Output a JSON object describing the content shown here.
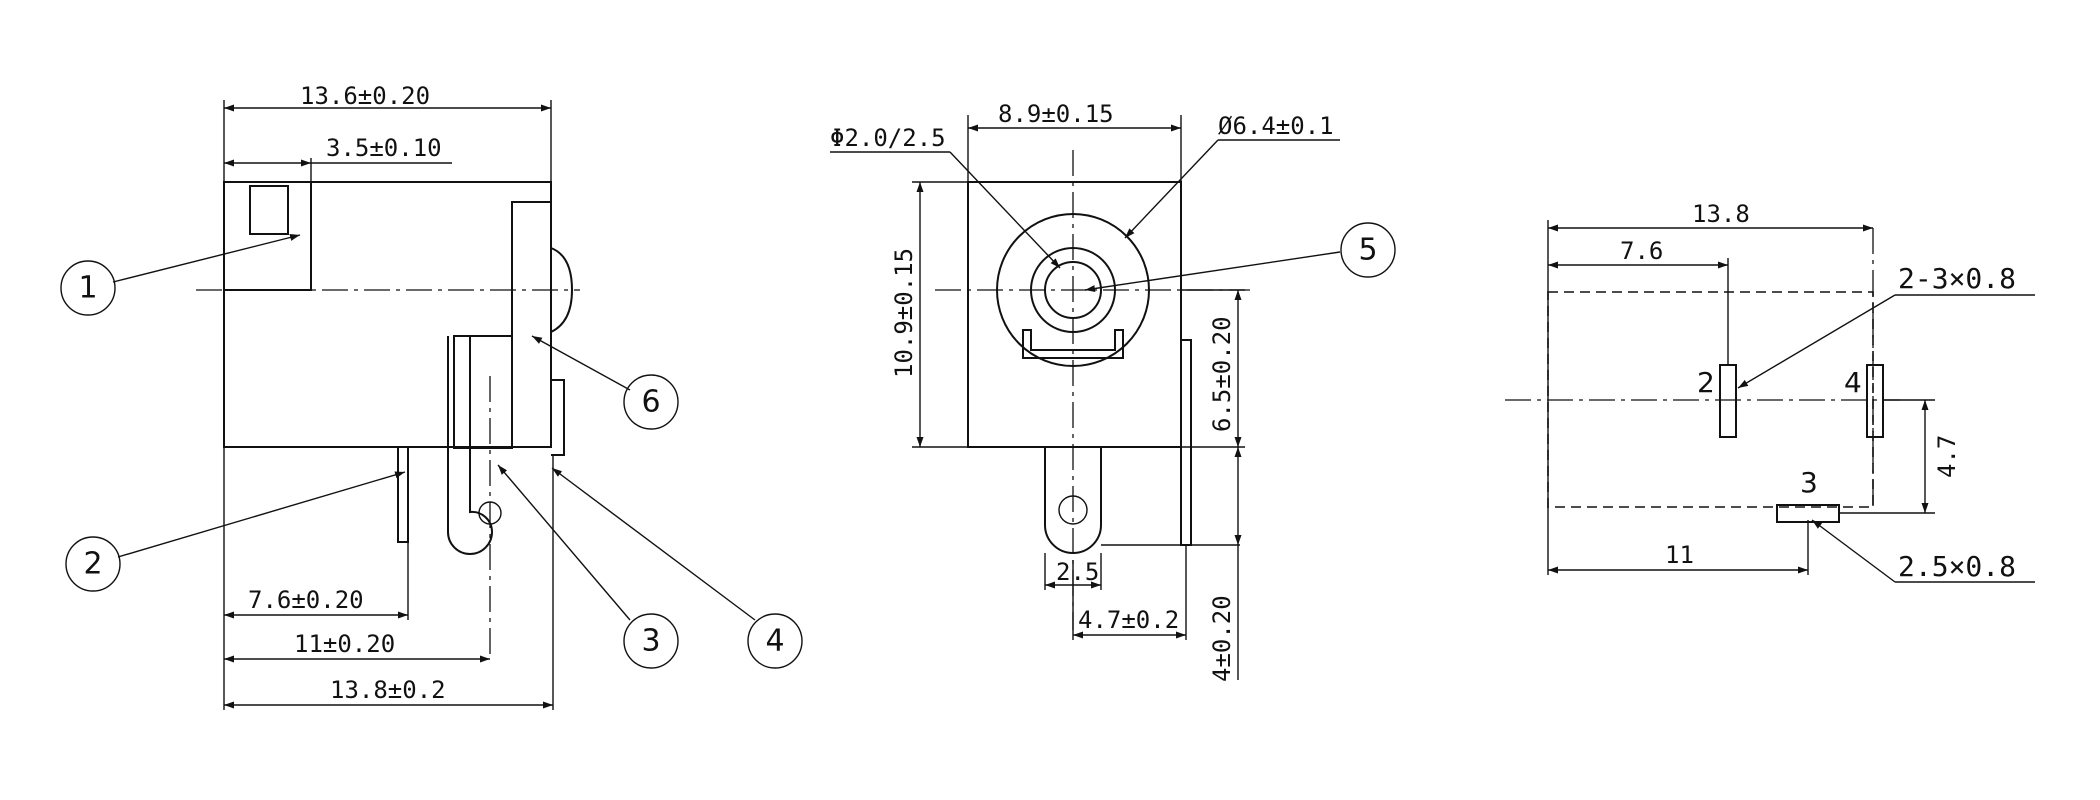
{
  "side_view": {
    "dim_overall_width": "13.6±0.20",
    "dim_pin1_width": "3.5±0.10",
    "dim_pin2_offset": "7.6±0.20",
    "dim_pin3_offset": "11±0.20",
    "dim_base_length": "13.8±0.2",
    "callouts": [
      "1",
      "2",
      "3",
      "4",
      "6"
    ]
  },
  "front_view": {
    "dim_pin_diameter": "Φ2.0/2.5",
    "dim_width": "8.9±0.15",
    "dim_outer_diameter": "Ø6.4±0.1",
    "dim_height": "10.9±0.15",
    "dim_center_height": "6.5±0.20",
    "dim_tab_width": "2.5",
    "dim_lead_offset": "4.7±0.2",
    "dim_lead_length": "4±0.20",
    "callouts": [
      "5"
    ]
  },
  "footprint": {
    "dim_total": "13.8",
    "dim_pin2": "7.6",
    "dim_slot_top": "2-3×0.8",
    "dim_vertical": "4.7",
    "dim_pin3": "11",
    "dim_slot_bottom": "2.5×0.8",
    "pin_labels": [
      "2",
      "4",
      "3"
    ]
  }
}
